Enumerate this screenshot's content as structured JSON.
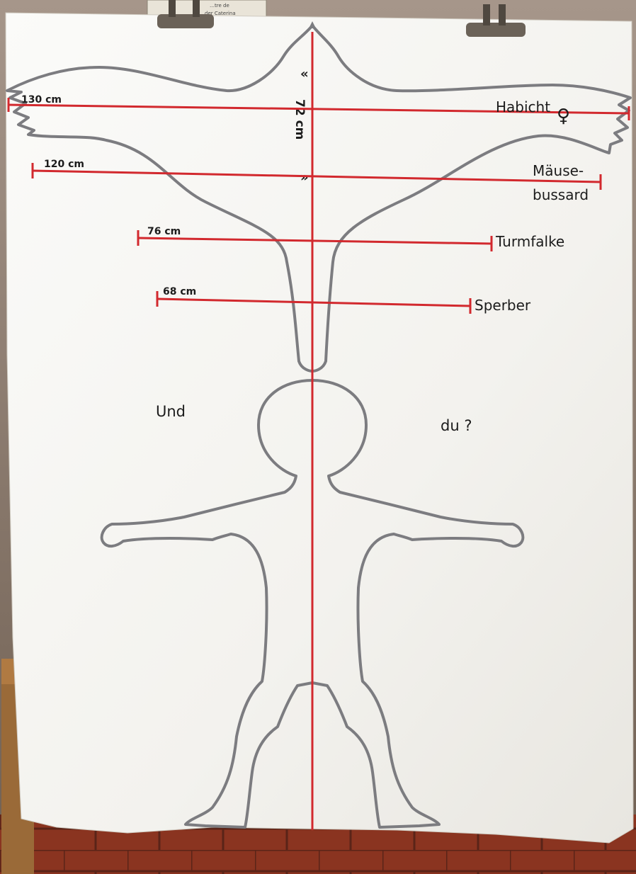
{
  "sign_text": [
    "…tre de",
    "…der Caterina"
  ],
  "height_label": "72 cm",
  "height_marks": [
    "«",
    "»"
  ],
  "female_symbol": "♀",
  "measurements": [
    {
      "bird": "Habicht",
      "wingspan_label": "130 cm",
      "wingspan_cm": 130
    },
    {
      "bird": "Mäuse-",
      "bird_line2": "bussard",
      "wingspan_label": "120 cm",
      "wingspan_cm": 120
    },
    {
      "bird": "Turmfalke",
      "wingspan_label": "76 cm",
      "wingspan_cm": 76
    },
    {
      "bird": "Sperber",
      "wingspan_label": "68 cm",
      "wingspan_cm": 68
    }
  ],
  "question": {
    "left": "Und",
    "right": "du ?"
  },
  "colors": {
    "sheet": "#f6f5f1",
    "outline": "#7c7c80",
    "measure_line": "#d2292e",
    "ink": "#1c1c1c",
    "floor": "#8e3a24",
    "wall": "#7a6552"
  }
}
